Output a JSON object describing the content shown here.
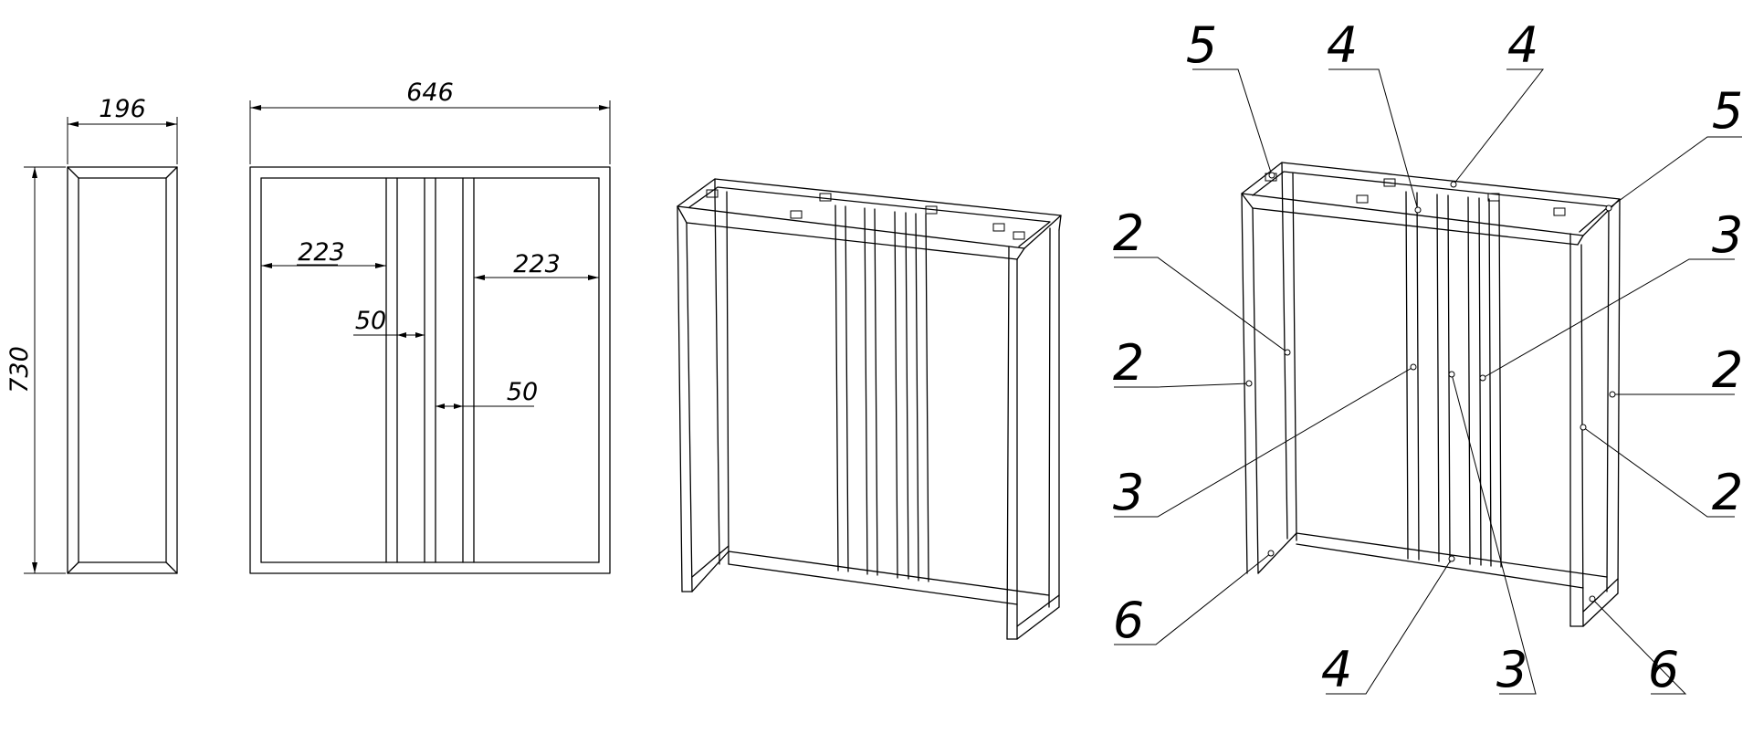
{
  "dimensions": {
    "depth": "196",
    "height": "730",
    "overall_width": "646",
    "left_bay": "223",
    "right_bay": "223",
    "gap_left": "50",
    "gap_right": "50"
  },
  "callouts": [
    "5",
    "4",
    "4",
    "5",
    "2",
    "3",
    "2",
    "2",
    "3",
    "2",
    "6",
    "4",
    "3",
    "6"
  ]
}
